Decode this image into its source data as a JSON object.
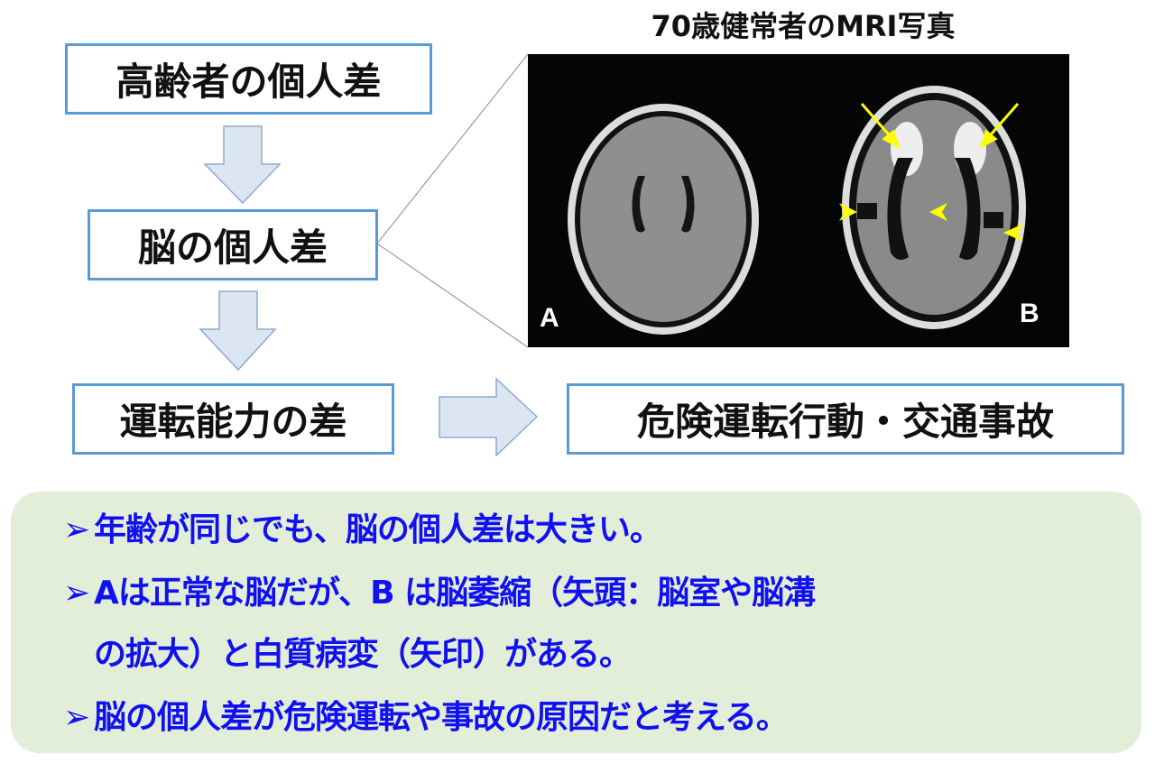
{
  "mri_title": "70歳健常者のMRI写真",
  "flow": {
    "box1": "高齢者の個人差",
    "box2": "脳の個人差",
    "box3": "運転能力の差",
    "box4": "危険運転行動・交通事故"
  },
  "mri": {
    "label_a": "A",
    "label_b": "B"
  },
  "notes": {
    "bullet": "➢",
    "line1": "年齢が同じでも、脳の個人差は大きい。",
    "line2": "Aは正常な脳だが、B は脳萎縮（矢頭：脳室や脳溝",
    "line3": "の拡大）と白質病変（矢印）がある。",
    "line4": "脳の個人差が危険運転や事故の原因だと考える。"
  },
  "colors": {
    "border": "#5b9bd5",
    "arrow_fill": "#dce6f2",
    "note_bg": "#e3eed9",
    "note_text": "#1010f0",
    "marker": "#ffff00"
  }
}
